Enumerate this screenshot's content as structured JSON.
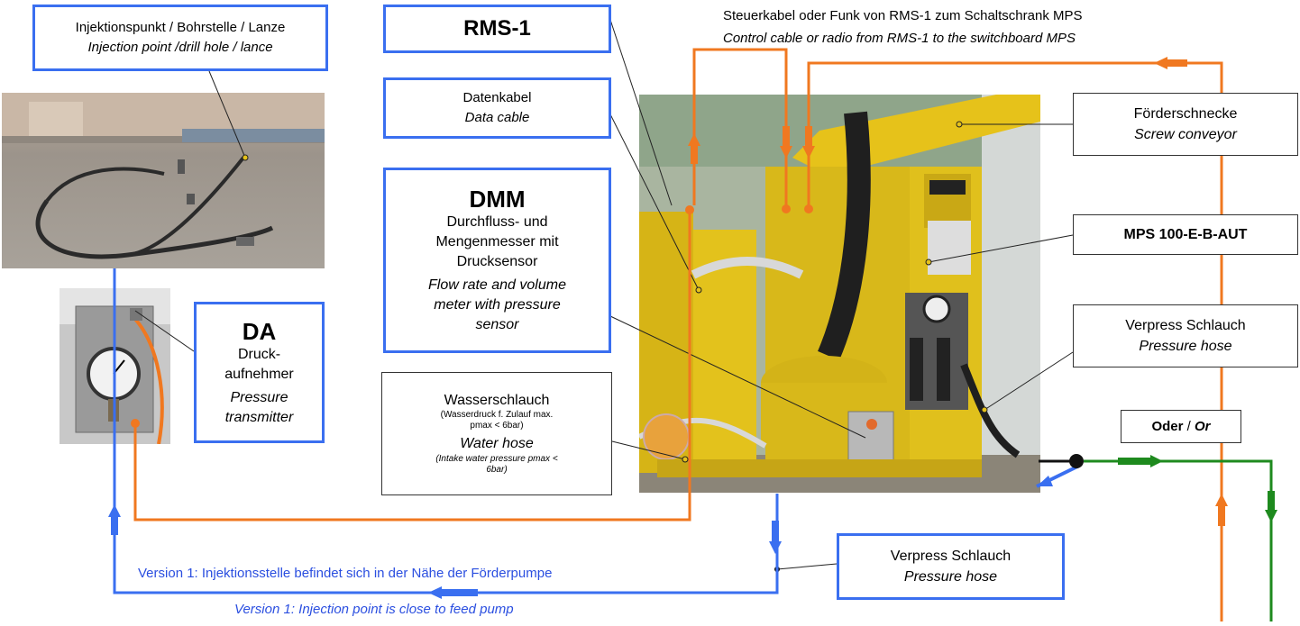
{
  "colors": {
    "blue_box": "#3a6ff0",
    "orange_cable": "#f07820",
    "blue_hose": "#3a6ff0",
    "green_hose": "#1e8a1e",
    "yellow_machine": "#e6c21a"
  },
  "injection_box": {
    "de": "Injektionspunkt / Bohrstelle / Lanze",
    "en": "Injection point /drill hole / lance"
  },
  "rms_box": {
    "title": "RMS-1"
  },
  "data_cable_box": {
    "de": "Datenkabel",
    "en": "Data cable"
  },
  "dmm_box": {
    "title": "DMM",
    "de_line1": "Durchfluss- und",
    "de_line2": "Mengenmesser mit",
    "de_line3": "Drucksensor",
    "en_line1": "Flow rate and volume",
    "en_line2": "meter with pressure",
    "en_line3": "sensor"
  },
  "da_box": {
    "title": "DA",
    "de_line1": "Druck-",
    "de_line2": "aufnehmer",
    "en_line1": "Pressure",
    "en_line2": "transmitter"
  },
  "water_box": {
    "de": "Wasserschlauch",
    "de_note1": "(Wasserdruck f. Zulauf max.",
    "de_note2": "pmax < 6bar)",
    "en": "Water hose",
    "en_note1": "(Intake water pressure pmax <",
    "en_note2": "6bar)"
  },
  "control_cable": {
    "de": "Steuerkabel oder Funk von RMS-1 zum Schaltschrank MPS",
    "en": "Control cable or radio from RMS-1 to the switchboard MPS"
  },
  "screw_box": {
    "de": "Förderschnecke",
    "en": "Screw conveyor"
  },
  "mps_box": {
    "title": "MPS 100-E-B-AUT"
  },
  "pressure_hose_right": {
    "de": "Verpress Schlauch",
    "en": "Pressure hose"
  },
  "or_box": {
    "de": "Oder",
    "sep": " / ",
    "en": "Or"
  },
  "pressure_hose_bottom": {
    "de": "Verpress Schlauch",
    "en": "Pressure hose"
  },
  "version1": {
    "de": "Version 1: Injektionsstelle befindet sich in der Nähe der Förderpumpe",
    "en": "Version 1: Injection point is close to feed pump"
  }
}
